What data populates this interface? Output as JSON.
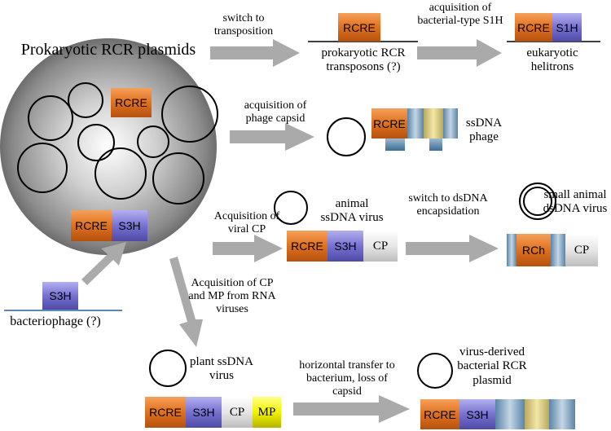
{
  "title": "Prokaryotic RCR plasmids",
  "genes": {
    "rcre": "RCRE",
    "s3h": "S3H",
    "s1h": "S1H",
    "cp": "CP",
    "mp": "MP",
    "rch": "RCh"
  },
  "arrows": {
    "transposition": "switch to transposition",
    "bacterial_s1h": "acquisition of bacterial-type S1H",
    "phage_capsid": "acquisition of phage capsid",
    "viral_cp": "Acquisition of viral CP",
    "dsdna": "switch to dsDNA encapsidation",
    "rna_viruses": "Acquisition of CP and MP from RNA viruses",
    "horizontal": "horizontal transfer to bacterium, loss of capsid"
  },
  "entities": {
    "rcr_transposons": "prokaryotic RCR transposons (?)",
    "helitrons": "eukaryotic helitrons",
    "ssdna_phage": "ssDNA phage",
    "animal_ssdna": "animal ssDNA virus",
    "small_animal_dsdna": "small animal dsDNA virus",
    "bacteriophage": "bacteriophage (?)",
    "plant_ssdna": "plant ssDNA virus",
    "virus_derived": "virus-derived bacterial RCR plasmid"
  }
}
